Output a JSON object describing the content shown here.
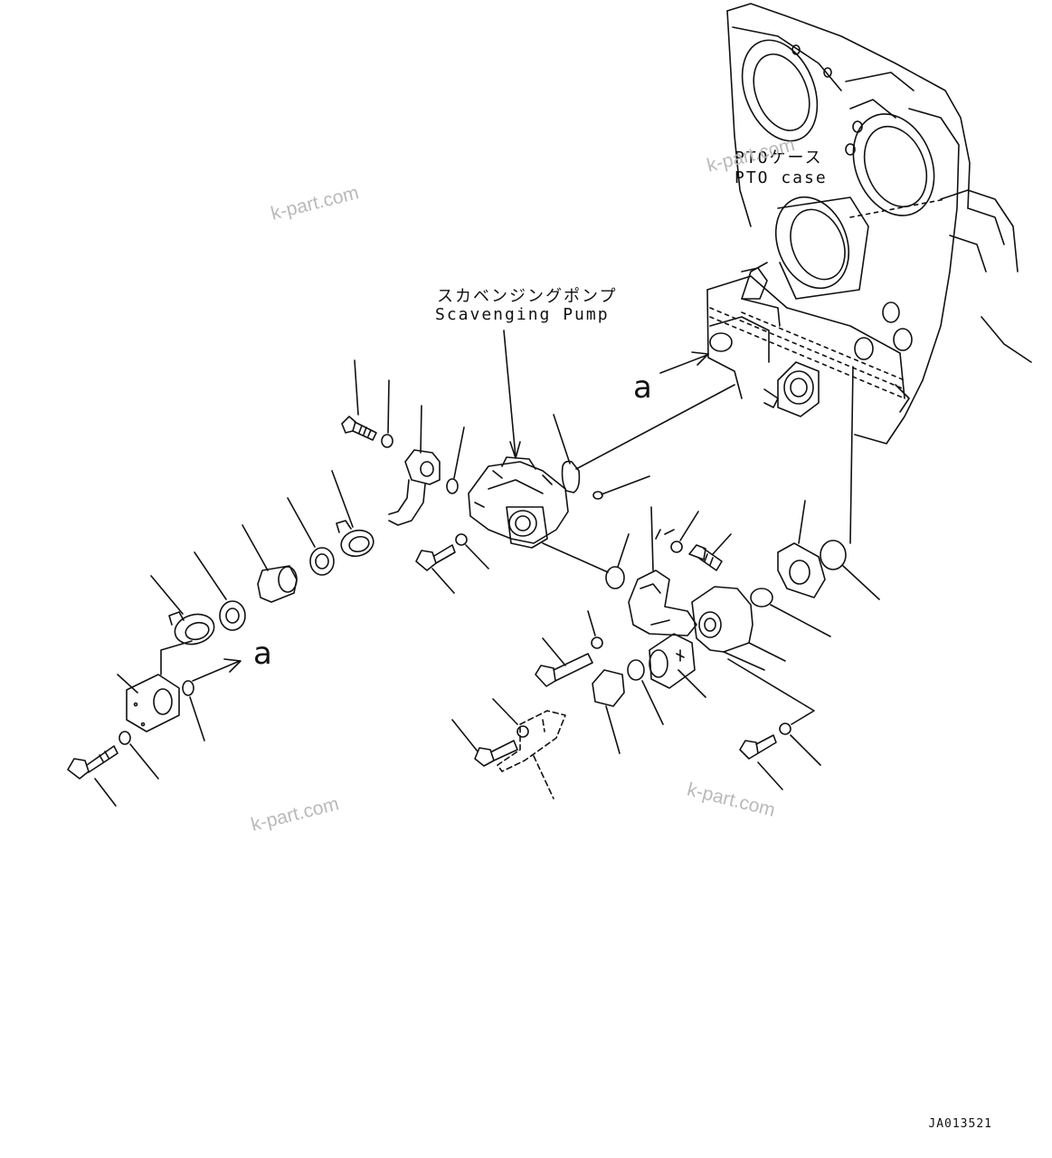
{
  "labels": {
    "pto_case_jp": "PTOケース",
    "pto_case_en": "PTO case",
    "pump_jp": "スカベンジングポンプ",
    "pump_en": "Scavenging Pump",
    "view_a_upper": "a",
    "view_a_lower": "a",
    "drawing_code": "JA013521"
  },
  "watermarks": [
    "k-part.com",
    "k-part.com",
    "k-part.com",
    "k-part.com"
  ],
  "colors": {
    "line": "#111111",
    "watermark": "#b9b9b9",
    "background": "#ffffff"
  }
}
